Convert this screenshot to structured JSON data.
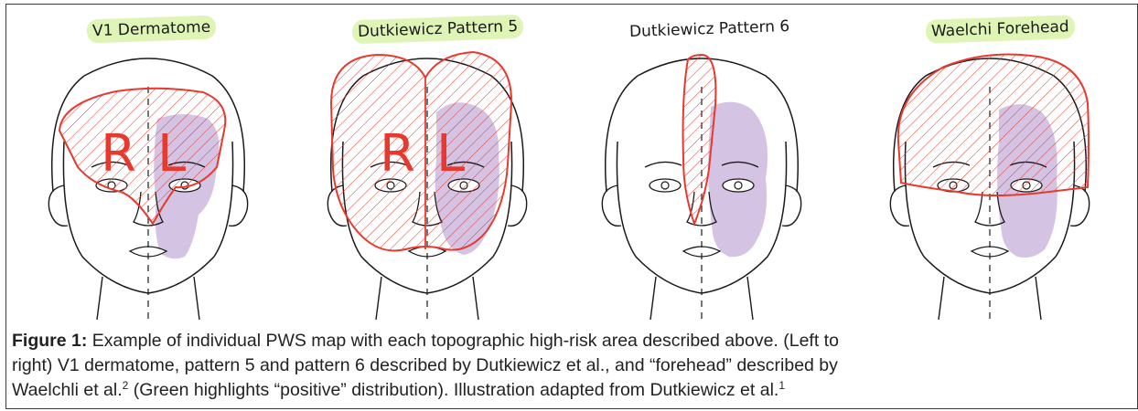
{
  "colors": {
    "outline": "#1a1a1a",
    "region": "#e8392e",
    "stain": "#cdb8de",
    "highlight": "#dff5b5"
  },
  "faces": [
    {
      "label": "V1 Dermatome",
      "highlighted": true
    },
    {
      "label": "Dutkiewicz Pattern 5",
      "highlighted": true
    },
    {
      "label": "Dutkiewicz Pattern 6",
      "highlighted": false
    },
    {
      "label": "Waelchi Forehead",
      "highlighted": true
    }
  ],
  "letters": {
    "right": "R",
    "left": "L"
  },
  "caption": {
    "label": "Figure 1:",
    "line1": "Example of individual PWS map with each topographic high-risk area described above. (Left to",
    "line2": "right) V1 dermatome, pattern 5 and pattern 6 described by Dutkiewicz et al., and “forehead” described by",
    "line3a": "Waelchli et al.",
    "ref2": "2",
    "line3b": "(Green highlights “positive” distribution). Illustration adapted from Dutkiewicz et al.",
    "ref1": "1"
  }
}
